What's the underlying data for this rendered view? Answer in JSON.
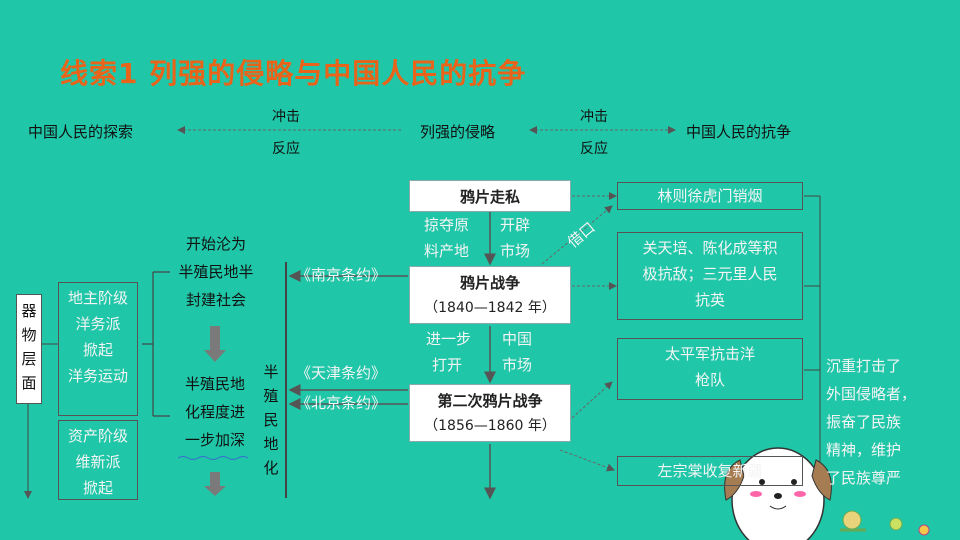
{
  "title": "线索1 列强的侵略与中国人民的抗争",
  "top_row": {
    "left": "中国人民的探索",
    "middle": "列强的侵略",
    "right": "中国人民的抗争",
    "arrow1_top": "冲击",
    "arrow1_bottom": "反应",
    "arrow2_top": "冲击",
    "arrow2_bottom": "反应"
  },
  "center": {
    "box1": "鸦片走私",
    "side1_left": [
      "掠夺原",
      "料产地"
    ],
    "side1_right": [
      "开辟",
      "市场"
    ],
    "box2_line1": "鸦片战争",
    "box2_line2": "（1840—1842 年）",
    "side2_left": [
      "进一步",
      "打开"
    ],
    "side2_right": [
      "中国",
      "市场"
    ],
    "box3_line1": "第二次鸦片战争",
    "box3_line2": "（1856—1860 年）"
  },
  "treaties": {
    "nanjing": "《南京条约》",
    "tianjin": "《天津条约》",
    "beijing": "《北京条约》"
  },
  "society": {
    "stage1": [
      "开始沦为",
      "半殖民地半",
      "封建社会"
    ],
    "stage2": [
      "半殖民地",
      "化程度进",
      "一步加深"
    ],
    "vertical": [
      "半",
      "殖",
      "民",
      "地",
      "化"
    ]
  },
  "left_column": {
    "label": [
      "器",
      "物",
      "层",
      "面"
    ],
    "box1": [
      "地主阶级",
      "洋务派",
      "掀起",
      "洋务运动"
    ],
    "box2": [
      "资产阶级",
      "维新派",
      "掀起"
    ]
  },
  "right_column": {
    "box1": "林则徐虎门销烟",
    "box2": [
      "关天培、陈化成等积",
      "极抗敌；三元里人民",
      "抗英"
    ],
    "box3": [
      "太平军抗击洋",
      "枪队"
    ],
    "box4": "左宗棠收复新疆",
    "diagonal_label": "借口",
    "summary": [
      "沉重打击了",
      "外国侵略者，",
      "振奋了民族",
      "精神，维护",
      "了民族尊严"
    ]
  }
}
